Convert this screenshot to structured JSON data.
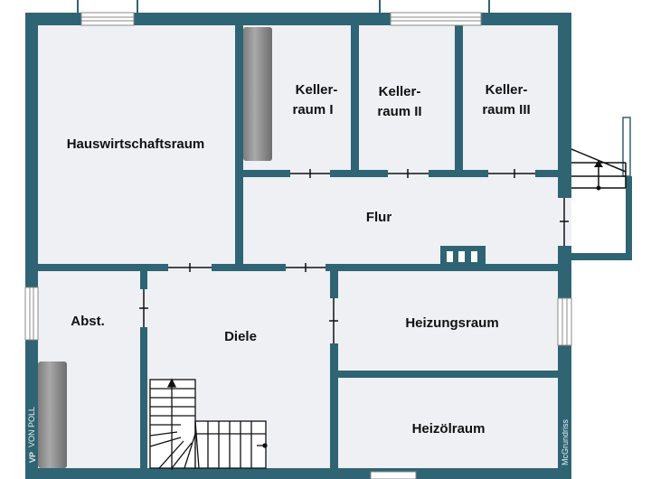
{
  "plan": {
    "colors": {
      "wall": "#2f6474",
      "floor": "#eef0f4",
      "line": "#111111"
    },
    "rooms": [
      {
        "id": "hauswirtschaftsraum",
        "lines": [
          "Hauswirtschaftsraum"
        ]
      },
      {
        "id": "kellerraum-1",
        "lines": [
          "Keller-",
          "raum I"
        ]
      },
      {
        "id": "kellerraum-2",
        "lines": [
          "Keller-",
          "raum II"
        ]
      },
      {
        "id": "kellerraum-3",
        "lines": [
          "Keller-",
          "raum III"
        ]
      },
      {
        "id": "flur",
        "lines": [
          "Flur"
        ]
      },
      {
        "id": "abst",
        "lines": [
          "Abst."
        ]
      },
      {
        "id": "diele",
        "lines": [
          "Diele"
        ]
      },
      {
        "id": "heizungsraum",
        "lines": [
          "Heizungsraum"
        ]
      },
      {
        "id": "heizoelraum",
        "lines": [
          "Heizölraum"
        ]
      }
    ],
    "watermark": "McGrundriss",
    "logo": "VP von Poll"
  }
}
